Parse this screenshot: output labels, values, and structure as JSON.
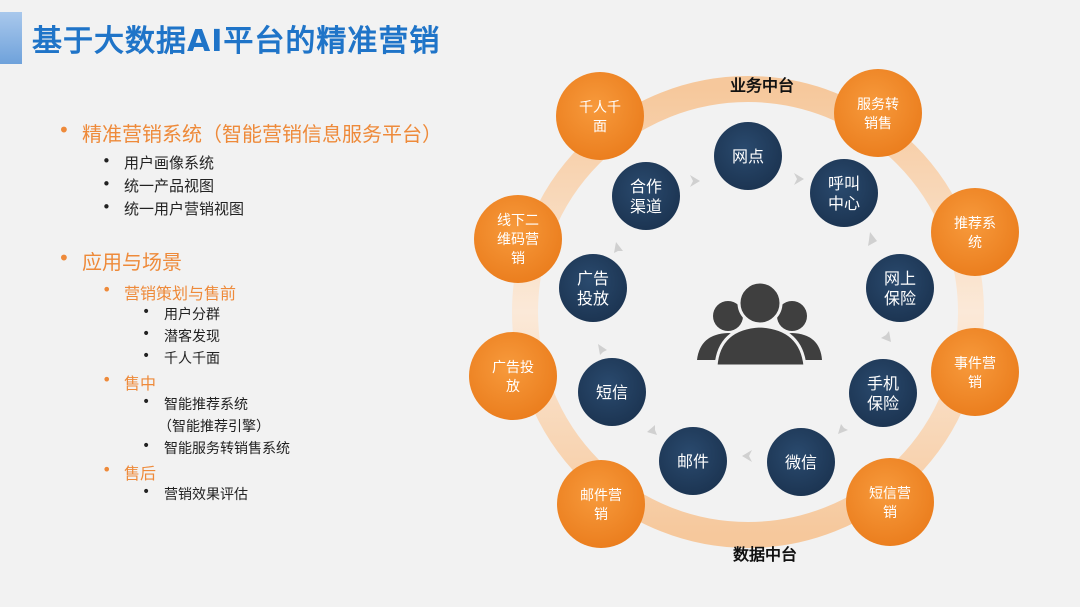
{
  "title": "基于大数据AI平台的精准营销",
  "outline": {
    "section1": {
      "heading": "精准营销系统（智能营销信息服务平台）",
      "items": [
        "用户画像系统",
        "统一产品视图",
        "统一用户营销视图"
      ]
    },
    "section2": {
      "heading": "应用与场景",
      "groups": [
        {
          "label": "营销策划与售前",
          "items": [
            "用户分群",
            "潜客发现",
            "千人千面"
          ]
        },
        {
          "label": "售中",
          "items": [
            "智能推荐系统",
            "（智能推荐引擎）",
            "智能服务转销售系统"
          ]
        },
        {
          "label": "售后",
          "items": [
            "营销效果评估"
          ]
        }
      ]
    }
  },
  "diagram": {
    "top_label": "业务中台",
    "bottom_label": "数据中台",
    "outer_nodes": [
      [
        "千人千",
        "面"
      ],
      [
        "服务转",
        "销售"
      ],
      [
        "推荐系",
        "统"
      ],
      [
        "事件营",
        "销"
      ],
      [
        "短信营",
        "销"
      ],
      [
        "邮件营",
        "销"
      ],
      [
        "广告投",
        "放"
      ],
      [
        "线下二",
        "维码营",
        "销"
      ]
    ],
    "inner_nodes": [
      [
        "网点"
      ],
      [
        "呼叫",
        "中心"
      ],
      [
        "网上",
        "保险"
      ],
      [
        "手机",
        "保险"
      ],
      [
        "微信"
      ],
      [
        "邮件"
      ],
      [
        "短信"
      ],
      [
        "广告",
        "投放"
      ],
      [
        "合作",
        "渠道"
      ]
    ],
    "center_icon": "people-group-icon",
    "colors": {
      "outer": "#f0882a",
      "inner": "#1f3b5a",
      "ring": "#f7d9bf",
      "title": "#1f74c8"
    }
  }
}
